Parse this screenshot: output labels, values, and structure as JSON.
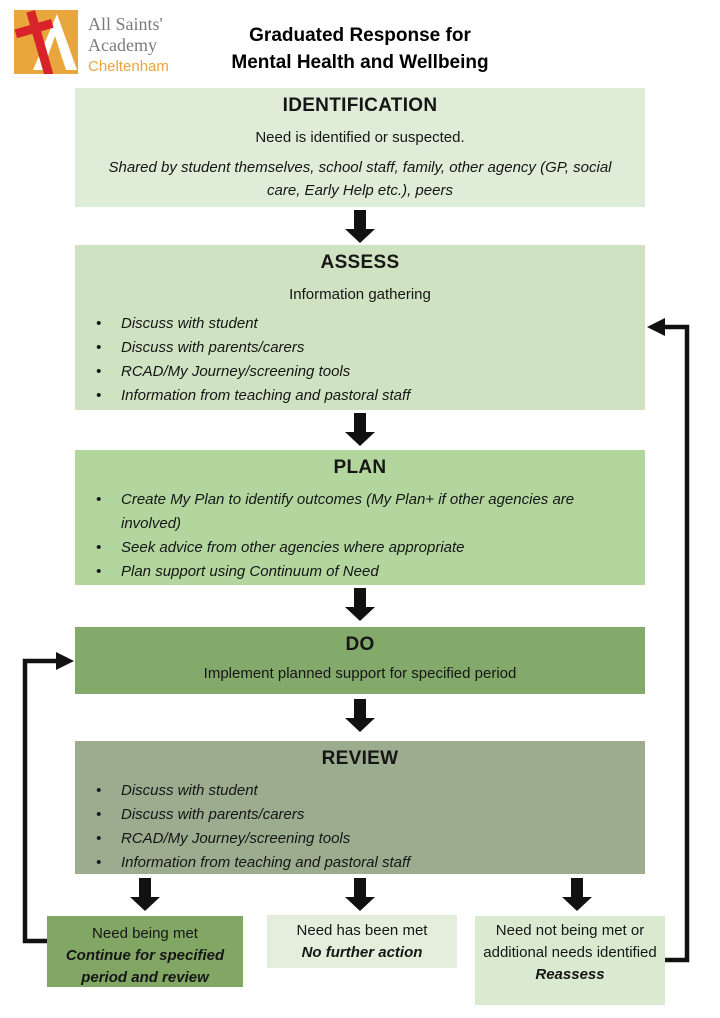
{
  "header": {
    "logo": {
      "name_line1": "All Saints'",
      "name_line2": "Academy",
      "name_line3": "Cheltenham",
      "colors": {
        "gold": "#E9A63C",
        "red": "#D8232A",
        "gray": "#7B7B7B"
      }
    },
    "title_line1": "Graduated Response for",
    "title_line2": "Mental Health and Wellbeing"
  },
  "stages": {
    "identification": {
      "title": "IDENTIFICATION",
      "subtitle": "Need is identified or suspected.",
      "note": "Shared by student themselves, school staff, family, other agency (GP, social care, Early Help etc.), peers",
      "bg": "#DFECD7"
    },
    "assess": {
      "title": "ASSESS",
      "subtitle": "Information gathering",
      "bullets": [
        "Discuss with student",
        "Discuss with parents/carers",
        "RCAD/My Journey/screening tools",
        "Information from teaching and pastoral staff"
      ],
      "bg": "#CFE3C2"
    },
    "plan": {
      "title": "PLAN",
      "bullets": [
        "Create My Plan to identify outcomes (My Plan+ if other agencies are involved)",
        "Seek advice from other agencies where appropriate",
        "Plan support using Continuum of Need"
      ],
      "bg": "#B2D69E"
    },
    "do": {
      "title": "DO",
      "subtitle": "Implement planned support for specified period",
      "bg": "#83A96B"
    },
    "review": {
      "title": "REVIEW",
      "bullets": [
        "Discuss with student",
        "Discuss with parents/carers",
        "RCAD/My Journey/screening tools",
        "Information from teaching and pastoral staff"
      ],
      "bg": "#9CAC8E"
    }
  },
  "outcomes": {
    "continue": {
      "line1": "Need being met",
      "line2": "Continue for specified period and review",
      "bg": "#82A765"
    },
    "met": {
      "line1": "Need has been met",
      "line2": "No further action",
      "bg": "#E3EFDC"
    },
    "reassess": {
      "line1": "Need not being met or additional needs identified",
      "line2": "Reassess",
      "bg": "#D9EAD0"
    }
  },
  "arrow_color": "#111111"
}
